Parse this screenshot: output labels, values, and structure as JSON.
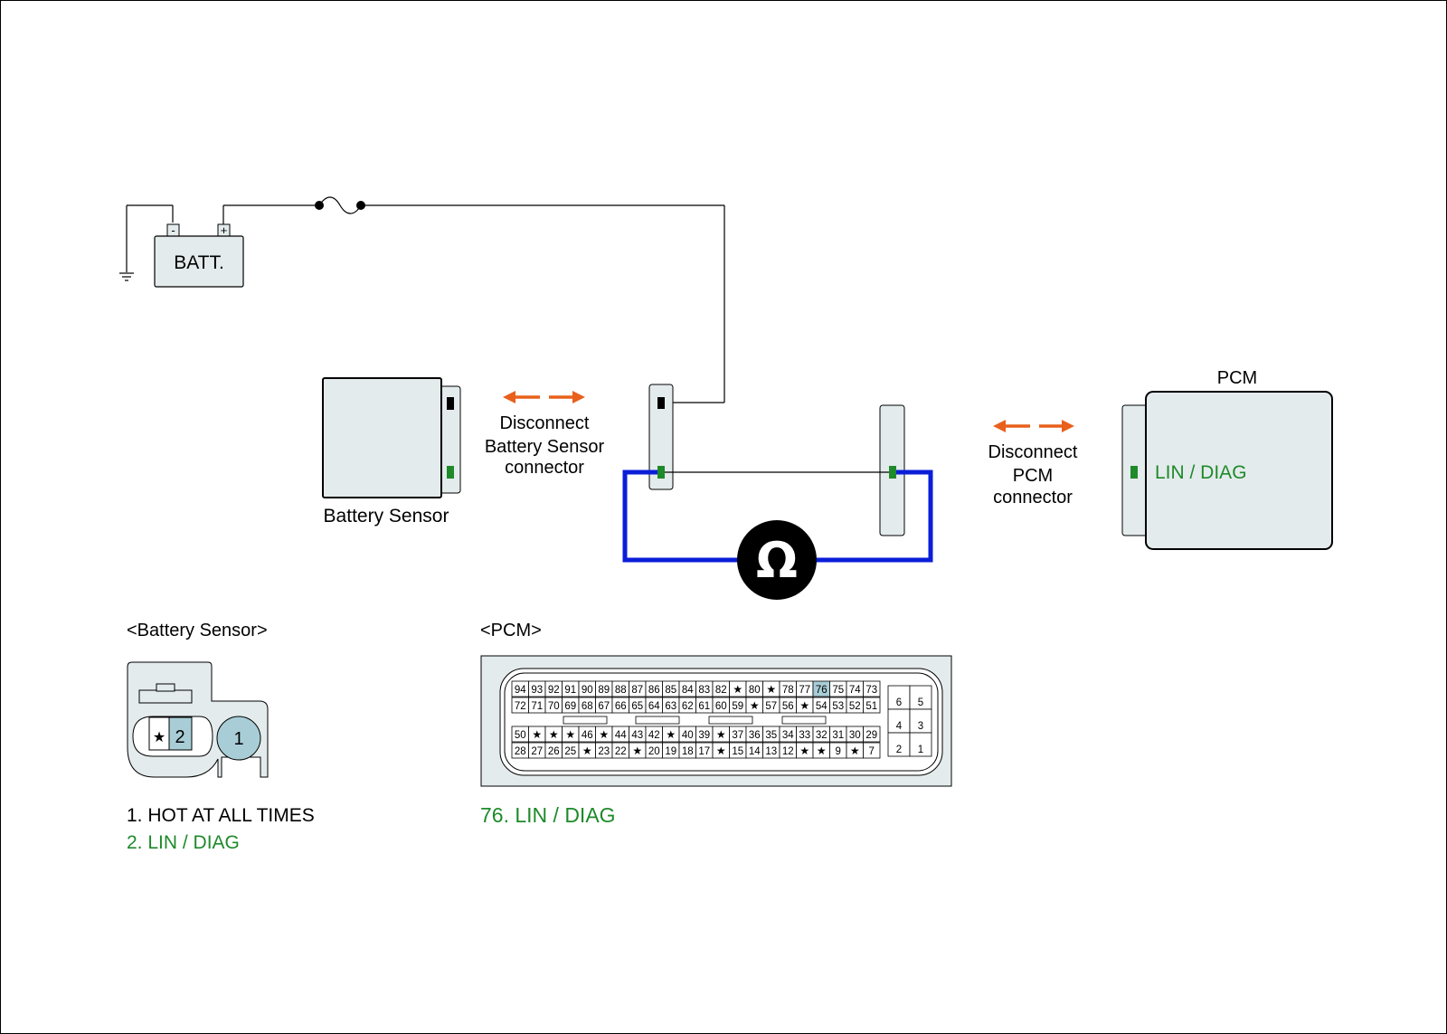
{
  "colors": {
    "box_fill": "#e4ebec",
    "wire": "#000000",
    "blue_lead": "#0a1ed8",
    "orange_arrow": "#e8601c",
    "green_terminal": "#1e8a2a",
    "highlight_pin": "#a8cdd6"
  },
  "battery": {
    "label": "BATT.",
    "neg": "-",
    "pos": "+"
  },
  "battery_sensor": {
    "label": "Battery Sensor"
  },
  "disconnect_sensor": {
    "line1": "Disconnect",
    "line2": "Battery Sensor",
    "line3": "connector"
  },
  "disconnect_pcm": {
    "line1": "Disconnect",
    "line2": "PCM",
    "line3": "connector"
  },
  "pcm": {
    "title": "PCM",
    "terminal_label": "LIN / DIAG"
  },
  "ohmmeter": {
    "symbol": "Ω"
  },
  "sensor_connector": {
    "title": "<Battery Sensor>",
    "pin2": "2",
    "pin_star": "★",
    "pin1": "1",
    "legend": [
      "1. HOT AT ALL TIMES",
      "2. LIN / DIAG"
    ]
  },
  "pcm_connector": {
    "title": "<PCM>",
    "highlight": "76",
    "rows_top": [
      [
        "94",
        "93",
        "92",
        "91",
        "90",
        "89",
        "88",
        "87",
        "86",
        "85",
        "84",
        "83",
        "82",
        "★",
        "80",
        "★",
        "78",
        "77",
        "76",
        "75",
        "74",
        "73"
      ],
      [
        "72",
        "71",
        "70",
        "69",
        "68",
        "67",
        "66",
        "65",
        "64",
        "63",
        "62",
        "61",
        "60",
        "59",
        "★",
        "57",
        "56",
        "★",
        "54",
        "53",
        "52",
        "51"
      ]
    ],
    "rows_bottom": [
      [
        "50",
        "★",
        "★",
        "★",
        "46",
        "★",
        "44",
        "43",
        "42",
        "★",
        "40",
        "39",
        "★",
        "37",
        "36",
        "35",
        "34",
        "33",
        "32",
        "31",
        "30",
        "29"
      ],
      [
        "28",
        "27",
        "26",
        "25",
        "★",
        "23",
        "22",
        "★",
        "20",
        "19",
        "18",
        "17",
        "★",
        "15",
        "14",
        "13",
        "12",
        "★",
        "★",
        "9",
        "★",
        "7"
      ]
    ],
    "side_pins": [
      [
        "6",
        "5"
      ],
      [
        "4",
        "3"
      ],
      [
        "2",
        "1"
      ]
    ],
    "legend": "76. LIN / DIAG"
  }
}
